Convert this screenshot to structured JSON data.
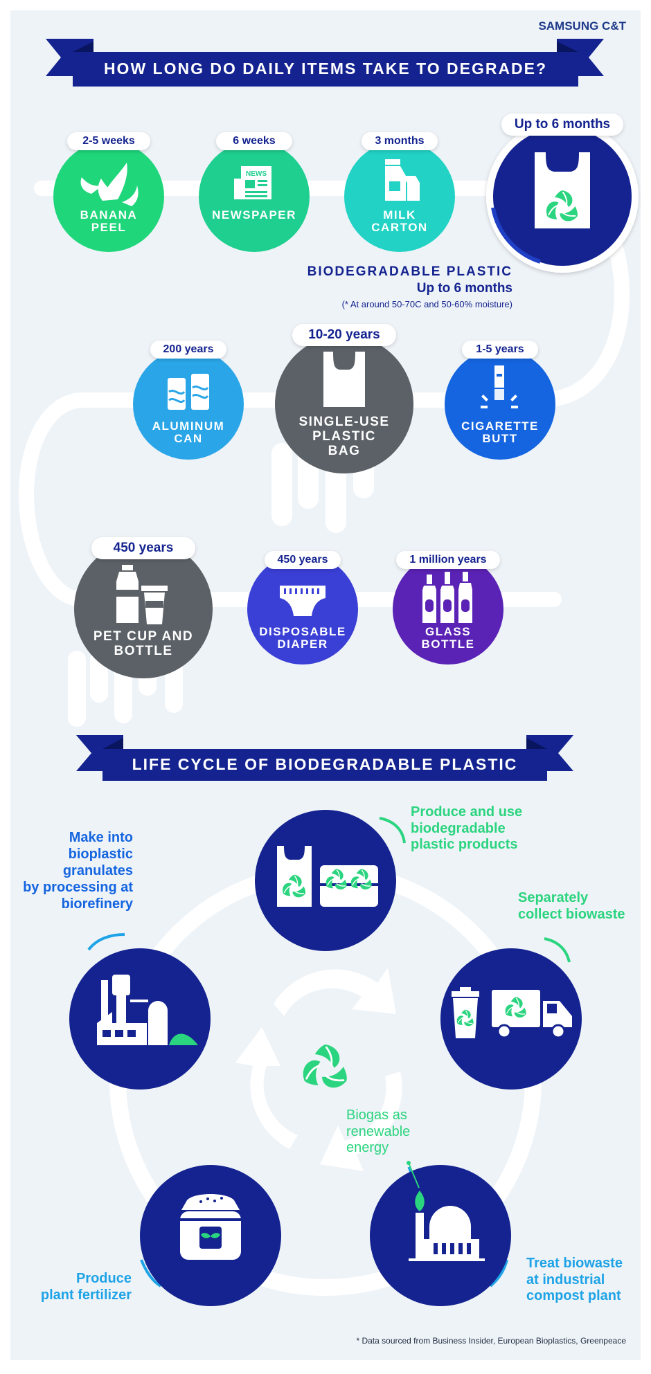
{
  "brand": "SAMSUNG C&T",
  "section1": {
    "title": "HOW LONG DO DAILY ITEMS TAKE TO DEGRADE?"
  },
  "items": [
    {
      "id": "banana",
      "time": "2-5 weeks",
      "label1": "BANANA",
      "label2": "PEEL",
      "color": "#1fd67a"
    },
    {
      "id": "newspaper",
      "time": "6 weeks",
      "label1": "NEWSPAPER",
      "label2": "",
      "color": "#1fcf8f"
    },
    {
      "id": "milk",
      "time": "3 months",
      "label1": "MILK",
      "label2": "CARTON",
      "color": "#22d3c5"
    },
    {
      "id": "bioplastic",
      "time": "Up to 6 months",
      "color": "#14238f"
    },
    {
      "id": "aluminum",
      "time": "200 years",
      "label1": "ALUMINUM",
      "label2": "CAN",
      "color": "#2aa6e8"
    },
    {
      "id": "bag",
      "time": "10-20 years",
      "label1": "SINGLE-USE",
      "label2": "PLASTIC",
      "label3": "BAG",
      "color": "#5b6166"
    },
    {
      "id": "cigarette",
      "time": "1-5 years",
      "label1": "CIGARETTE",
      "label2": "BUTT",
      "color": "#1565e0"
    },
    {
      "id": "pet",
      "time": "450 years",
      "label1": "PET CUP AND",
      "label2": "BOTTLE",
      "color": "#5b6166"
    },
    {
      "id": "diaper",
      "time": "450 years",
      "label1": "DISPOSABLE",
      "label2": "DIAPER",
      "color": "#3a3fd6"
    },
    {
      "id": "glass",
      "time": "1 million years",
      "label1": "GLASS",
      "label2": "BOTTLE",
      "color": "#5a22b5"
    }
  ],
  "bioplastic_note": {
    "title": "BIODEGRADABLE PLASTIC",
    "subtitle": "Up to 6 months",
    "condition": "(* At around 50-70C and 50-60% moisture)"
  },
  "section2": {
    "title": "LIFE CYCLE OF BIODEGRADABLE PLASTIC"
  },
  "cycle_steps": {
    "produce": [
      "Produce and use",
      "biodegradable",
      "plastic products"
    ],
    "collect": [
      "Separately",
      "collect biowaste"
    ],
    "biogas": [
      "Biogas as",
      "renewable",
      "energy"
    ],
    "treat": [
      "Treat biowaste",
      "at industrial",
      "compost plant"
    ],
    "fertilizer": [
      "Produce",
      "plant fertilizer"
    ],
    "granulates": [
      "Make into",
      "bioplastic",
      "granulates",
      "by processing at",
      "biorefinery"
    ]
  },
  "footnote": "* Data sourced from Business Insider, European Bioplastics, Greenpeace",
  "colors": {
    "background": "#eef3f8",
    "navy": "#14238f",
    "green": "#2bd47e",
    "sky": "#1ea3e6",
    "banner_light": "#2f4fc9"
  }
}
